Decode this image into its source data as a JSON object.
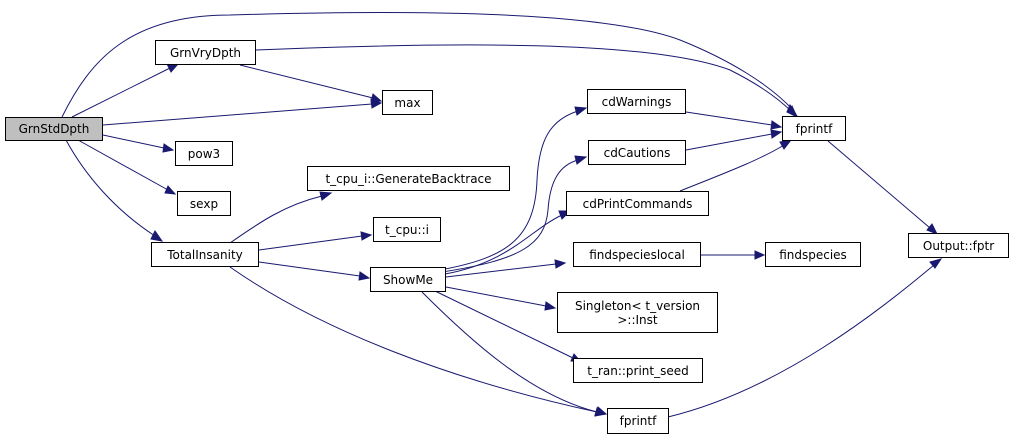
{
  "diagram": {
    "edge_color": "#191970",
    "root_fill": "#bfbfbf",
    "nodes": {
      "grnstddpth": "GrnStdDpth",
      "grnvrydpth": "GrnVryDpth",
      "max": "max",
      "pow3": "pow3",
      "sexp": "sexp",
      "totalinsanity": "TotalInsanity",
      "generatebacktrace": "t_cpu_i::GenerateBacktrace",
      "tcpui": "t_cpu::i",
      "showme": "ShowMe",
      "cdwarnings": "cdWarnings",
      "cdcautions": "cdCautions",
      "cdprintcommands": "cdPrintCommands",
      "findspecieslocal": "findspecieslocal",
      "findspecies": "findspecies",
      "singleton_line1": "Singleton< t_version",
      "singleton_line2": ">::Inst",
      "printseed": "t_ran::print_seed",
      "fprintf_top": "fprintf",
      "fprintf_bottom": "fprintf",
      "outputfptr": "Output::fptr"
    }
  }
}
